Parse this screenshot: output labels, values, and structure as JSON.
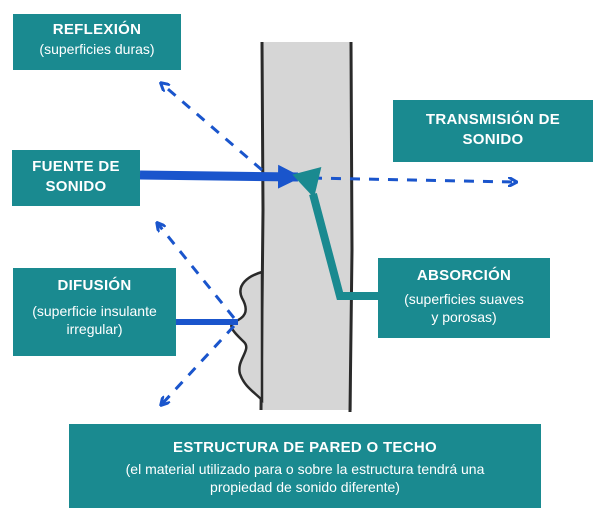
{
  "labels": {
    "reflexion": {
      "title": "REFLEXIÓN",
      "subtitle": "(superficies duras)"
    },
    "fuente": {
      "line1": "FUENTE DE",
      "line2": "SONIDO"
    },
    "difusion": {
      "title": "DIFUSIÓN",
      "sub1": "(superficie insulante",
      "sub2": "irregular)"
    },
    "transmision": {
      "line1": "TRANSMISIÓN DE",
      "line2": "SONIDO"
    },
    "absorcion": {
      "title": "ABSORCIÓN",
      "sub1": "(superficies suaves",
      "sub2": "y porosas)"
    },
    "estructura": {
      "title": "ESTRUCTURA DE PARED O TECHO",
      "sub1": "(el material utilizado para o sobre la estructura tendrá una",
      "sub2": "propiedad de sonido diferente)"
    }
  },
  "colors": {
    "box": "#1a8a90",
    "arrow_blue": "#1a55cc",
    "wall": "#d6d6d6",
    "wall_edge": "#2a2a2a"
  }
}
